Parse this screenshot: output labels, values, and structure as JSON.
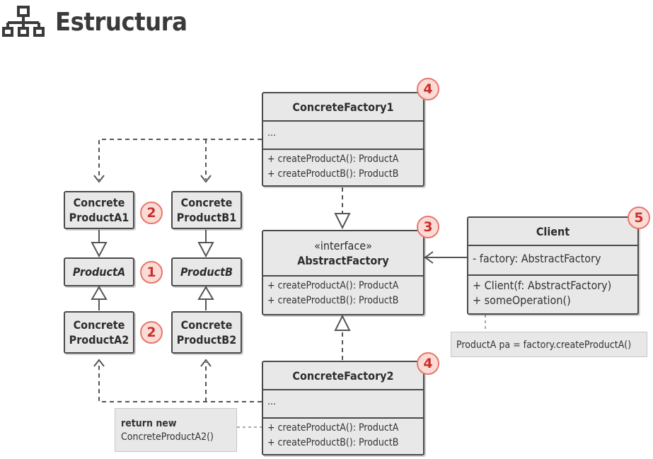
{
  "header": {
    "title": "Estructura",
    "icon": "structure-hierarchy-icon"
  },
  "concrete_factory_1": {
    "name": "ConcreteFactory1",
    "fields": "...",
    "methods": [
      "+ createProductA(): ProductA",
      "+ createProductB(): ProductB"
    ],
    "badge": "4"
  },
  "abstract_factory": {
    "stereotype": "«interface»",
    "name": "AbstractFactory",
    "methods": [
      "+ createProductA(): ProductA",
      "+ createProductB(): ProductB"
    ],
    "badge": "3"
  },
  "concrete_factory_2": {
    "name": "ConcreteFactory2",
    "fields": "...",
    "methods": [
      "+ createProductA(): ProductA",
      "+ createProductB(): ProductB"
    ],
    "badge": "4"
  },
  "client": {
    "name": "Client",
    "fields": "- factory: AbstractFactory",
    "methods": [
      "+ Client(f: AbstractFactory)",
      "+ someOperation()"
    ],
    "badge": "5"
  },
  "products": {
    "concrete_a1": {
      "line1": "Concrete",
      "line2": "ProductA1",
      "badge": "2"
    },
    "concrete_b1": {
      "line1": "Concrete",
      "line2": "ProductB1"
    },
    "product_a": {
      "name": "ProductA",
      "badge": "1"
    },
    "product_b": {
      "name": "ProductB"
    },
    "concrete_a2": {
      "line1": "Concrete",
      "line2": "ProductA2",
      "badge": "2"
    },
    "concrete_b2": {
      "line1": "Concrete",
      "line2": "ProductB2"
    }
  },
  "notes": {
    "client_note": "ProductA pa = factory.createProductA()",
    "factory2_note_title": "return new",
    "factory2_note_body": "ConcreteProductA2()"
  },
  "colors": {
    "box_fill": "#e8e8e8",
    "border": "#4a4a4a",
    "badge_fill": "#fbdbd6",
    "badge_text": "#c8302c"
  }
}
